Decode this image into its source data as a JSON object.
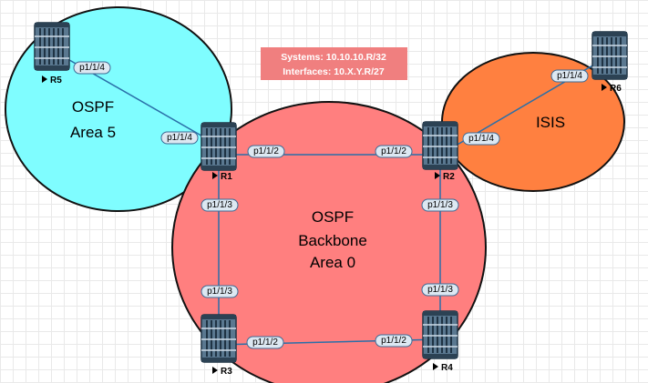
{
  "areas": {
    "ospf_area5": {
      "line1": "OSPF",
      "line2": "Area 5",
      "color": "#7ffdff"
    },
    "backbone": {
      "line1": "OSPF",
      "line2": "Backbone",
      "line3": "Area 0",
      "color": "#ff7f7f"
    },
    "isis": {
      "line1": "ISIS",
      "color": "#ff8040"
    }
  },
  "info_box": {
    "line1": "Systems: 10.10.10.R/32",
    "line2": "Interfaces: 10.X.Y.R/27",
    "color": "#f07f7f"
  },
  "routers": {
    "r1": "R1",
    "r2": "R2",
    "r3": "R3",
    "r4": "R4",
    "r5": "R5",
    "r6": "R6"
  },
  "ports": {
    "r5_p1": "p1/1/4",
    "r1_to_r5": "p1/1/4",
    "r1_to_r2": "p1/1/2",
    "r2_to_r1": "p1/1/2",
    "r2_to_r6": "p1/1/4",
    "r6_p1": "p1/1/4",
    "r1_to_r3": "p1/1/3",
    "r3_to_r1": "p1/1/3",
    "r2_to_r4": "p1/1/3",
    "r4_to_r2": "p1/1/3",
    "r3_to_r4": "p1/1/2",
    "r4_to_r3": "p1/1/2"
  },
  "colors": {
    "link": "#2a6fa8",
    "router_body": "#5a7890",
    "router_dark": "#1f3344",
    "port_fill": "#dde8f2",
    "port_stroke": "#3d6a94"
  }
}
